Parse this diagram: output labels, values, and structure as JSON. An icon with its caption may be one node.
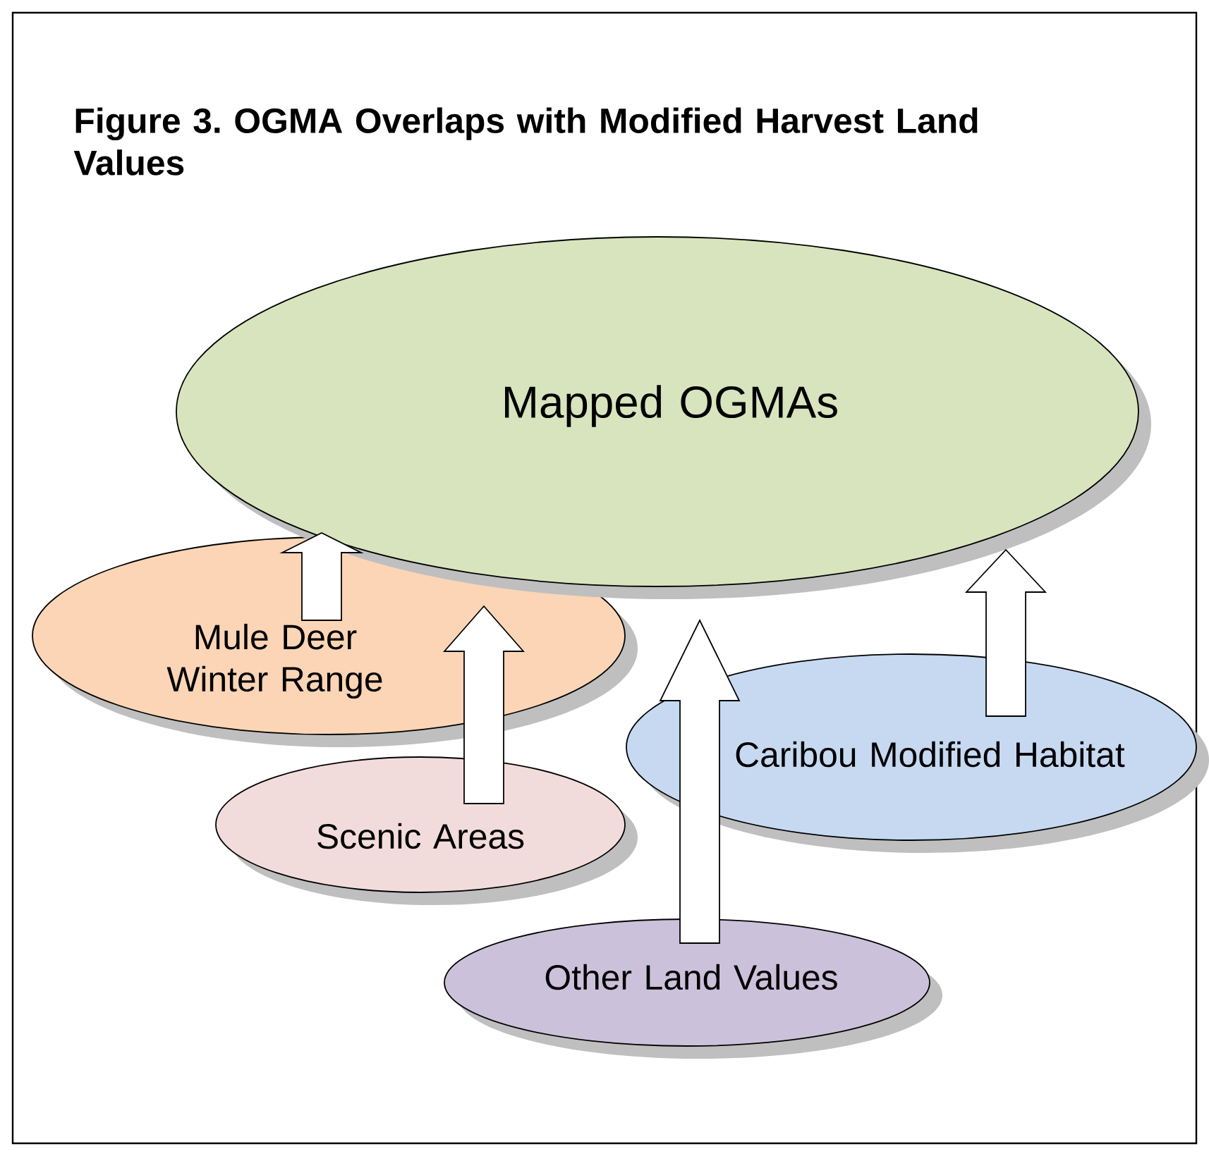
{
  "diagram": {
    "title": "Figure 3. OGMA Overlaps with Modified Harvest Land Values",
    "nodes": [
      {
        "text": [
          "Mapped OGMAs"
        ]
      },
      {
        "text": [
          "Mule Deer Winter Range"
        ]
      },
      {
        "text": [
          "Scenic Areas"
        ]
      },
      {
        "text": [
          "Caribou Modified Habitat"
        ]
      },
      {
        "text": [
          "Other Land Values"
        ]
      }
    ],
    "edges": [
      {
        "from": 1,
        "to": 0,
        "arrow": "to"
      },
      {
        "from": 2,
        "to": 0,
        "arrow": "to"
      },
      {
        "from": 4,
        "to": 0,
        "arrow": "to"
      },
      {
        "from": 3,
        "to": 0,
        "arrow": "to"
      }
    ]
  }
}
